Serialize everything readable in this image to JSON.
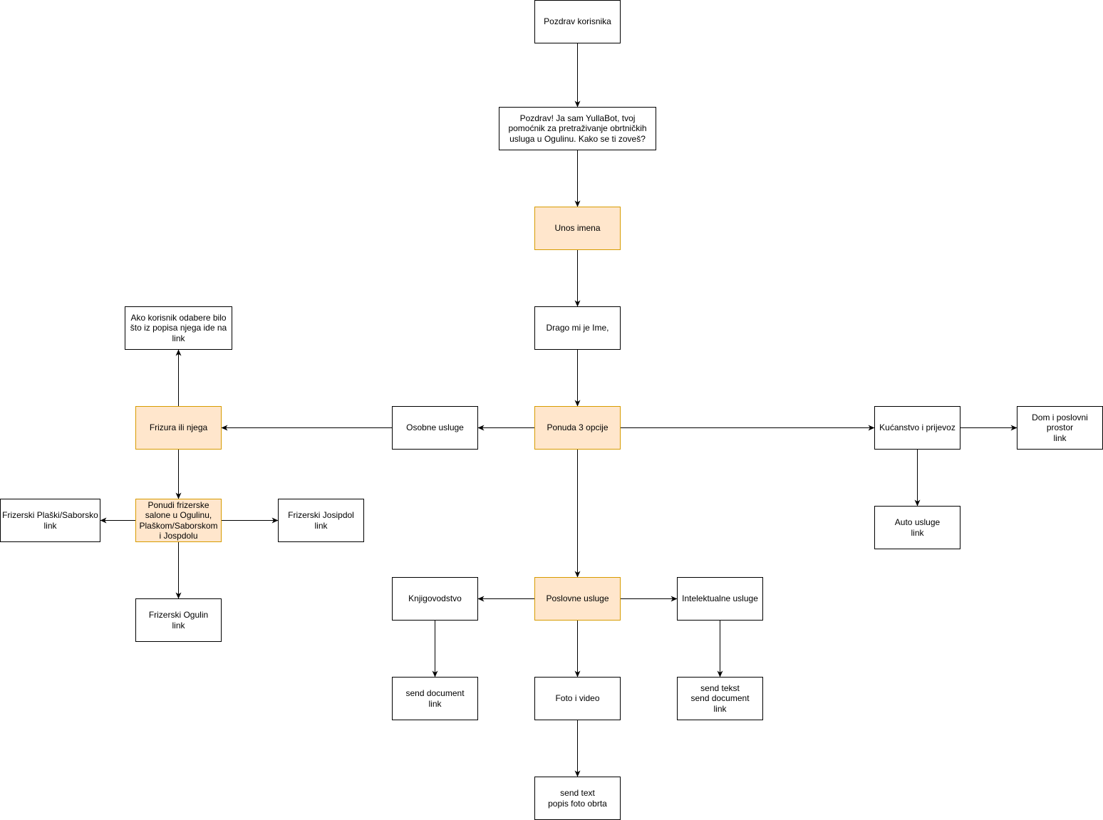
{
  "colors": {
    "default_fill": "#ffffff",
    "default_stroke": "#000000",
    "highlight_fill": "#ffe6cc",
    "highlight_stroke": "#d79b00"
  },
  "nodes": {
    "pozdrav_korisnika": {
      "label": "Pozdrav korisnika",
      "highlight": false
    },
    "pozdrav_bot": {
      "label": "Pozdrav! Ja sam YullaBot, tvoj pomoćnik za pretraživanje obrtničkih usluga u Ogulinu. Kako se ti zoveš?",
      "highlight": false
    },
    "unos_imena": {
      "label": "Unos imena",
      "highlight": true
    },
    "drago_mi_je": {
      "label": "Drago mi je Ime,",
      "highlight": false
    },
    "ponuda_3_opcije": {
      "label": "Ponuda 3 opcije",
      "highlight": true
    },
    "osobne_usluge": {
      "label": "Osobne usluge",
      "highlight": false
    },
    "frizura_ili_njega": {
      "label": "Frizura ili njega",
      "highlight": true
    },
    "ako_korisnik": {
      "label": "Ako korisnik odabere bilo što iz popisa njega ide na link",
      "highlight": false
    },
    "ponudi_frizerske": {
      "label": "Ponudi frizerske salone u Ogulinu, Plaškom/Saborskom i Jospdolu",
      "highlight": true
    },
    "frizerski_plaski": {
      "label": "Frizerski Plaški/Saborsko\nlink",
      "highlight": false
    },
    "frizerski_josipdol": {
      "label": "Frizerski Josipdol\nlink",
      "highlight": false
    },
    "frizerski_ogulin": {
      "label": "Frizerski Ogulin\nlink",
      "highlight": false
    },
    "kucanstvo": {
      "label": "Kućanstvo i prijevoz",
      "highlight": false
    },
    "dom_i_poslovni": {
      "label": "Dom i poslovni prostor\nlink",
      "highlight": false
    },
    "auto_usluge": {
      "label": "Auto usluge\nlink",
      "highlight": false
    },
    "poslovne_usluge": {
      "label": "Poslovne usluge",
      "highlight": true
    },
    "knjigovodstvo": {
      "label": "Knjigovodstvo",
      "highlight": false
    },
    "intelektualne": {
      "label": "Intelektualne usluge",
      "highlight": false
    },
    "send_document_link": {
      "label": "send document\nlink",
      "highlight": false
    },
    "foto_i_video": {
      "label": "Foto i video",
      "highlight": false
    },
    "send_tekst_doc": {
      "label": "send tekst\nsend document\nlink",
      "highlight": false
    },
    "send_text_popis": {
      "label": "send text\npopis foto obrta",
      "highlight": false
    }
  },
  "edges": [
    {
      "from": "pozdrav_korisnika",
      "to": "pozdrav_bot"
    },
    {
      "from": "pozdrav_bot",
      "to": "unos_imena"
    },
    {
      "from": "unos_imena",
      "to": "drago_mi_je"
    },
    {
      "from": "drago_mi_je",
      "to": "ponuda_3_opcije"
    },
    {
      "from": "ponuda_3_opcije",
      "to": "osobne_usluge"
    },
    {
      "from": "osobne_usluge",
      "to": "frizura_ili_njega"
    },
    {
      "from": "frizura_ili_njega",
      "to": "ako_korisnik"
    },
    {
      "from": "frizura_ili_njega",
      "to": "ponudi_frizerske"
    },
    {
      "from": "ponudi_frizerske",
      "to": "frizerski_plaski"
    },
    {
      "from": "ponudi_frizerske",
      "to": "frizerski_josipdol"
    },
    {
      "from": "ponudi_frizerske",
      "to": "frizerski_ogulin"
    },
    {
      "from": "ponuda_3_opcije",
      "to": "kucanstvo"
    },
    {
      "from": "kucanstvo",
      "to": "dom_i_poslovni"
    },
    {
      "from": "kucanstvo",
      "to": "auto_usluge"
    },
    {
      "from": "ponuda_3_opcije",
      "to": "poslovne_usluge"
    },
    {
      "from": "poslovne_usluge",
      "to": "knjigovodstvo"
    },
    {
      "from": "poslovne_usluge",
      "to": "intelektualne"
    },
    {
      "from": "poslovne_usluge",
      "to": "foto_i_video"
    },
    {
      "from": "knjigovodstvo",
      "to": "send_document_link"
    },
    {
      "from": "intelektualne",
      "to": "send_tekst_doc"
    },
    {
      "from": "foto_i_video",
      "to": "send_text_popis"
    }
  ]
}
